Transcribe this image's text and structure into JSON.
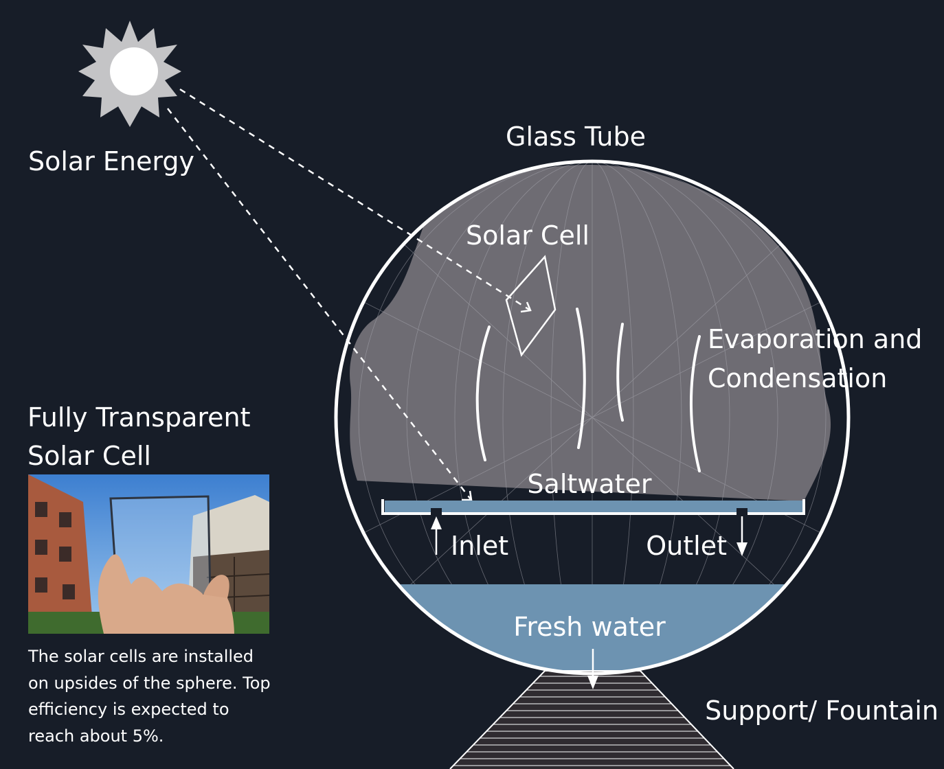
{
  "labels": {
    "solar_energy": "Solar Energy",
    "glass_tube": "Glass Tube",
    "solar_cell": "Solar Cell",
    "evaporation_line1": "Evaporation and",
    "evaporation_line2": "Condensation",
    "saltwater": "Saltwater",
    "inlet": "Inlet",
    "outlet": "Outlet",
    "fresh_water": "Fresh water",
    "support_fountain": "Support/ Fountain"
  },
  "panel": {
    "title_line1": "Fully Transparent",
    "title_line2": "Solar Cell",
    "caption": "The solar cells are installed on upsides of the sphere. Top efficiency is expected to reach about 5%."
  },
  "colors": {
    "background": "#171d28",
    "sphere_fill": "#6e6c73",
    "water": "#6d93b1",
    "stroke": "#ffffff",
    "sun": "#c4c4c6"
  }
}
